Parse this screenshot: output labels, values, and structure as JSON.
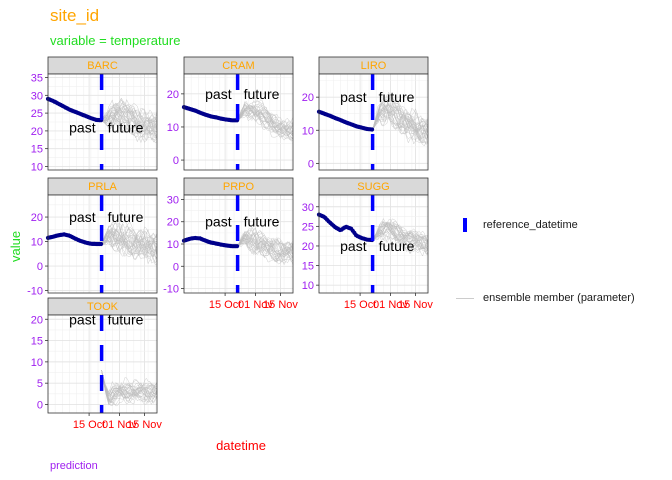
{
  "title": "site_id",
  "subtitle": "variable = temperature",
  "caption": "prediction",
  "colors": {
    "title": "#ffa500",
    "subtitle": "#22dd22",
    "caption": "#a020f0",
    "axis_title_x": "#ff0000",
    "axis_title_y": "#22dd22",
    "x_ticks": "#ff0000",
    "y_ticks": "#a020f0",
    "strip_text": "#ffa500",
    "observed": "#00008b",
    "reference": "#0000ff",
    "ensemble": "#bebebe"
  },
  "legend": [
    {
      "key": "reference",
      "label": "reference_datetime"
    },
    {
      "key": "ensemble",
      "label": "ensemble member (parameter)"
    }
  ],
  "chart_data": {
    "type": "line",
    "facet": "site_id",
    "xlabel": "datetime",
    "ylabel": "value",
    "x_range": [
      "2023-09-22",
      "2023-11-22"
    ],
    "x_ticks": [
      "15 Oct",
      "01 Nov",
      "15 Nov"
    ],
    "x_tick_dates": [
      "2023-10-15",
      "2023-11-01",
      "2023-11-15"
    ],
    "reference_datetime": "2023-10-22",
    "annotations": {
      "past": "past",
      "future": "future"
    },
    "ensemble_members": 31,
    "panels": [
      {
        "site": "BARC",
        "ylim": [
          9,
          36
        ],
        "yticks": [
          10,
          15,
          20,
          25,
          30,
          35
        ],
        "label_y": 21,
        "observed": [
          [
            "2023-09-22",
            29.0
          ],
          [
            "2023-09-25",
            28.4
          ],
          [
            "2023-09-28",
            27.6
          ],
          [
            "2023-10-01",
            26.8
          ],
          [
            "2023-10-04",
            26.0
          ],
          [
            "2023-10-07",
            25.4
          ],
          [
            "2023-10-10",
            24.8
          ],
          [
            "2023-10-13",
            24.2
          ],
          [
            "2023-10-16",
            23.6
          ],
          [
            "2023-10-19",
            23.1
          ],
          [
            "2023-10-22",
            23.0
          ]
        ],
        "forecast_mean": [
          [
            "2023-10-22",
            23.0
          ],
          [
            "2023-10-26",
            23.5
          ],
          [
            "2023-10-30",
            24.2
          ],
          [
            "2023-11-03",
            24.0
          ],
          [
            "2023-11-07",
            23.2
          ],
          [
            "2023-11-11",
            22.3
          ],
          [
            "2023-11-15",
            21.5
          ],
          [
            "2023-11-19",
            20.6
          ],
          [
            "2023-11-22",
            20.0
          ]
        ],
        "forecast_spread": 4.5
      },
      {
        "site": "CRAM",
        "ylim": [
          -3,
          26
        ],
        "yticks": [
          0,
          10,
          20
        ],
        "label_y": 20,
        "observed": [
          [
            "2023-09-22",
            16.0
          ],
          [
            "2023-09-25",
            15.5
          ],
          [
            "2023-09-28",
            15.0
          ],
          [
            "2023-10-01",
            14.3
          ],
          [
            "2023-10-04",
            13.7
          ],
          [
            "2023-10-07",
            13.2
          ],
          [
            "2023-10-10",
            12.9
          ],
          [
            "2023-10-13",
            12.5
          ],
          [
            "2023-10-16",
            12.2
          ],
          [
            "2023-10-19",
            12.0
          ],
          [
            "2023-10-22",
            12.0
          ]
        ],
        "forecast_mean": [
          [
            "2023-10-22",
            12.0
          ],
          [
            "2023-10-26",
            15.5
          ],
          [
            "2023-10-30",
            15.0
          ],
          [
            "2023-11-03",
            14.0
          ],
          [
            "2023-11-07",
            12.5
          ],
          [
            "2023-11-11",
            11.0
          ],
          [
            "2023-11-15",
            10.0
          ],
          [
            "2023-11-19",
            9.0
          ],
          [
            "2023-11-22",
            8.5
          ]
        ],
        "forecast_spread": 4.0
      },
      {
        "site": "LIRO",
        "ylim": [
          -2,
          27
        ],
        "yticks": [
          0,
          10,
          20
        ],
        "label_y": 20,
        "observed": [
          [
            "2023-09-22",
            15.6
          ],
          [
            "2023-09-25",
            15.0
          ],
          [
            "2023-09-28",
            14.4
          ],
          [
            "2023-10-01",
            13.7
          ],
          [
            "2023-10-04",
            13.1
          ],
          [
            "2023-10-07",
            12.4
          ],
          [
            "2023-10-10",
            11.8
          ],
          [
            "2023-10-13",
            11.2
          ],
          [
            "2023-10-16",
            10.8
          ],
          [
            "2023-10-19",
            10.4
          ],
          [
            "2023-10-22",
            10.2
          ]
        ],
        "forecast_mean": [
          [
            "2023-10-22",
            10.2
          ],
          [
            "2023-10-26",
            16.0
          ],
          [
            "2023-10-30",
            16.5
          ],
          [
            "2023-11-03",
            15.0
          ],
          [
            "2023-11-07",
            13.5
          ],
          [
            "2023-11-11",
            12.0
          ],
          [
            "2023-11-15",
            11.0
          ],
          [
            "2023-11-19",
            10.0
          ],
          [
            "2023-11-22",
            9.5
          ]
        ],
        "forecast_spread": 4.5
      },
      {
        "site": "PRLA",
        "ylim": [
          -11,
          29
        ],
        "yticks": [
          -10,
          0,
          10,
          20
        ],
        "label_y": 20,
        "observed": [
          [
            "2023-09-22",
            11.5
          ],
          [
            "2023-09-25",
            12.0
          ],
          [
            "2023-09-28",
            12.6
          ],
          [
            "2023-10-01",
            12.9
          ],
          [
            "2023-10-04",
            12.4
          ],
          [
            "2023-10-07",
            11.3
          ],
          [
            "2023-10-10",
            10.3
          ],
          [
            "2023-10-13",
            9.6
          ],
          [
            "2023-10-16",
            9.1
          ],
          [
            "2023-10-19",
            9.0
          ],
          [
            "2023-10-22",
            9.0
          ]
        ],
        "forecast_mean": [
          [
            "2023-10-22",
            9.0
          ],
          [
            "2023-10-26",
            12.5
          ],
          [
            "2023-10-30",
            12.0
          ],
          [
            "2023-11-03",
            10.5
          ],
          [
            "2023-11-07",
            9.5
          ],
          [
            "2023-11-11",
            9.0
          ],
          [
            "2023-11-15",
            8.5
          ],
          [
            "2023-11-19",
            8.0
          ],
          [
            "2023-11-22",
            7.5
          ]
        ],
        "forecast_spread": 6.0
      },
      {
        "site": "PRPO",
        "ylim": [
          -12,
          32
        ],
        "yticks": [
          -10,
          0,
          10,
          20,
          30
        ],
        "label_y": 20,
        "observed": [
          [
            "2023-09-22",
            11.5
          ],
          [
            "2023-09-25",
            12.3
          ],
          [
            "2023-09-28",
            12.7
          ],
          [
            "2023-10-01",
            12.5
          ],
          [
            "2023-10-04",
            11.5
          ],
          [
            "2023-10-07",
            10.7
          ],
          [
            "2023-10-10",
            10.2
          ],
          [
            "2023-10-13",
            9.7
          ],
          [
            "2023-10-16",
            9.3
          ],
          [
            "2023-10-19",
            9.0
          ],
          [
            "2023-10-22",
            9.0
          ]
        ],
        "forecast_mean": [
          [
            "2023-10-22",
            9.0
          ],
          [
            "2023-10-26",
            13.0
          ],
          [
            "2023-10-30",
            12.0
          ],
          [
            "2023-11-03",
            10.0
          ],
          [
            "2023-11-07",
            8.5
          ],
          [
            "2023-11-11",
            7.5
          ],
          [
            "2023-11-15",
            7.0
          ],
          [
            "2023-11-19",
            6.5
          ],
          [
            "2023-11-22",
            6.0
          ]
        ],
        "forecast_spread": 6.0
      },
      {
        "site": "SUGG",
        "ylim": [
          8,
          33
        ],
        "yticks": [
          10,
          15,
          20,
          25,
          30
        ],
        "label_y": 20,
        "observed": [
          [
            "2023-09-22",
            28.0
          ],
          [
            "2023-09-25",
            27.4
          ],
          [
            "2023-09-28",
            26.0
          ],
          [
            "2023-10-01",
            24.8
          ],
          [
            "2023-10-04",
            24.0
          ],
          [
            "2023-10-07",
            24.9
          ],
          [
            "2023-10-10",
            24.4
          ],
          [
            "2023-10-13",
            22.6
          ],
          [
            "2023-10-16",
            22.0
          ],
          [
            "2023-10-19",
            21.6
          ],
          [
            "2023-10-22",
            21.5
          ]
        ],
        "forecast_mean": [
          [
            "2023-10-22",
            21.5
          ],
          [
            "2023-10-26",
            24.0
          ],
          [
            "2023-10-30",
            24.5
          ],
          [
            "2023-11-03",
            24.0
          ],
          [
            "2023-11-07",
            23.0
          ],
          [
            "2023-11-11",
            22.0
          ],
          [
            "2023-11-15",
            21.5
          ],
          [
            "2023-11-19",
            21.0
          ],
          [
            "2023-11-22",
            20.5
          ]
        ],
        "forecast_spread": 3.0
      },
      {
        "site": "TOOK",
        "ylim": [
          -2,
          21
        ],
        "yticks": [
          0,
          5,
          10,
          15,
          20
        ],
        "label_y": 20,
        "observed": [],
        "forecast_mean": [
          [
            "2023-10-22",
            8.0
          ],
          [
            "2023-10-24",
            4.0
          ],
          [
            "2023-10-26",
            1.5
          ],
          [
            "2023-10-29",
            2.5
          ],
          [
            "2023-11-02",
            3.0
          ],
          [
            "2023-11-06",
            3.0
          ],
          [
            "2023-11-10",
            3.0
          ],
          [
            "2023-11-14",
            3.0
          ],
          [
            "2023-11-18",
            3.0
          ],
          [
            "2023-11-22",
            3.2
          ]
        ],
        "forecast_spread": 2.5
      }
    ]
  }
}
